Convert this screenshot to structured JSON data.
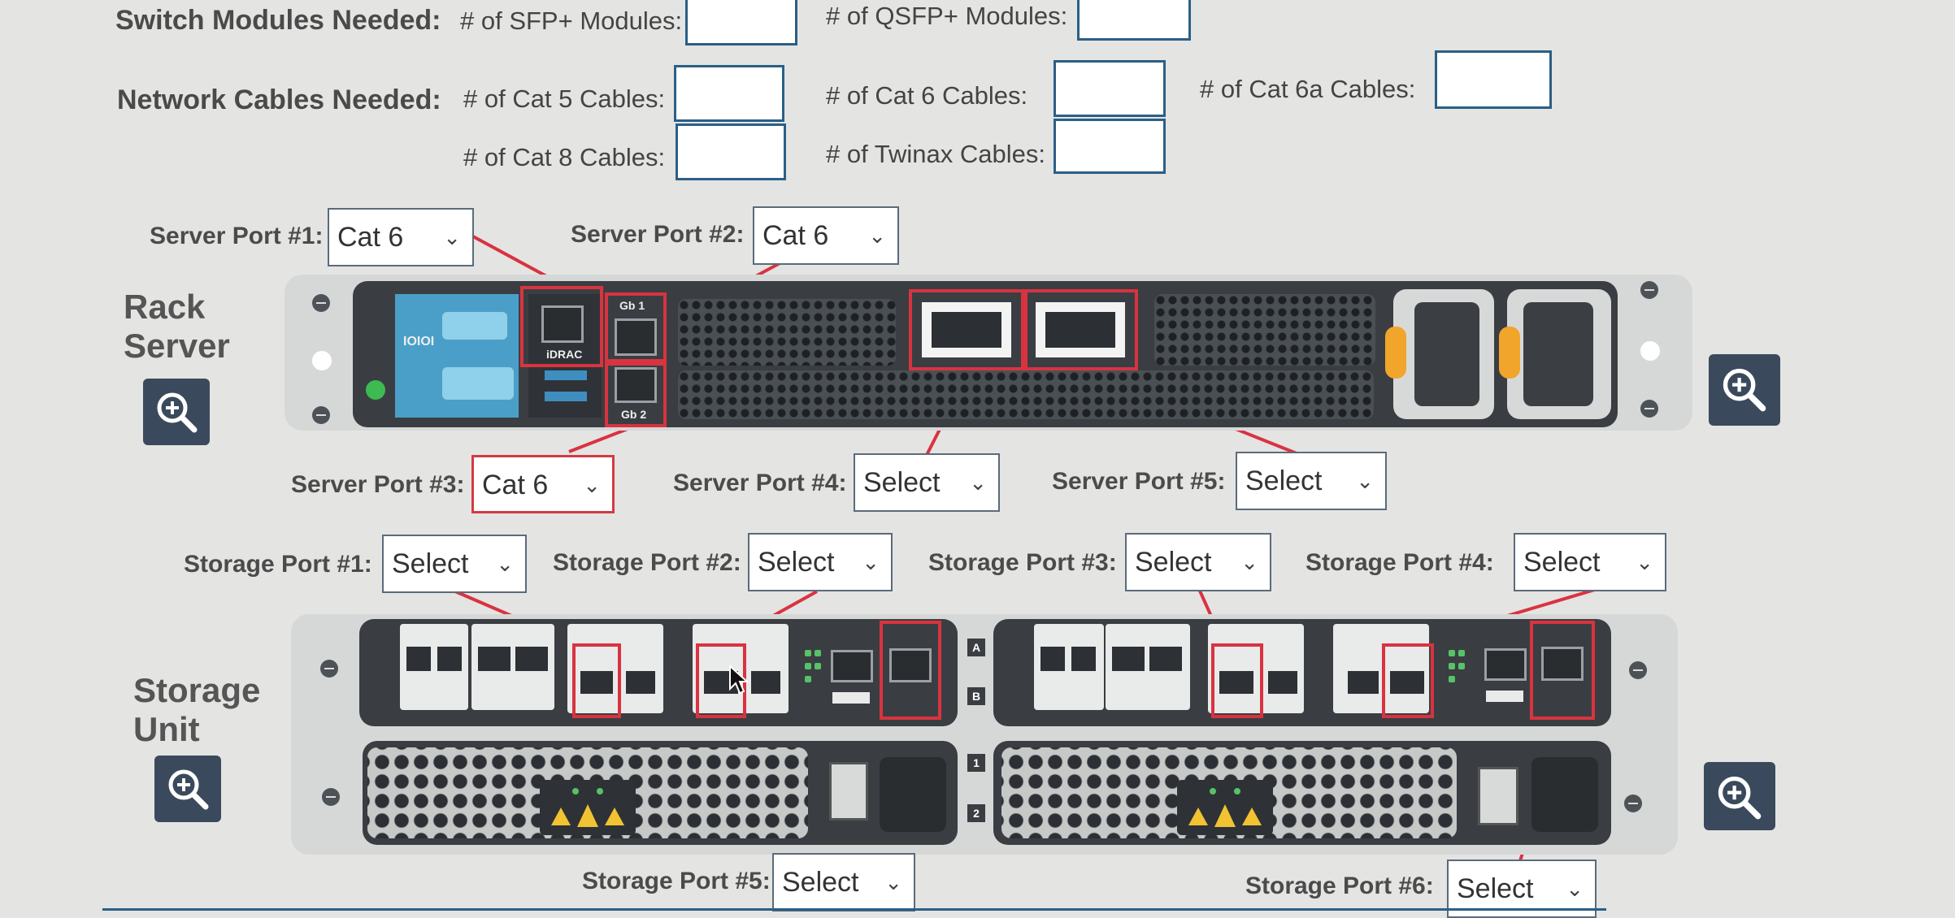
{
  "switch_modules": {
    "heading": "Switch Modules Needed:",
    "sfp_label": "# of SFP+ Modules:",
    "sfp_value": "",
    "qsfp_label": "# of QSFP+ Modules:",
    "qsfp_value": ""
  },
  "network_cables": {
    "heading": "Network Cables Needed:",
    "cat5_label": "# of Cat 5 Cables:",
    "cat5_value": "",
    "cat6_label": "# of Cat 6 Cables:",
    "cat6_value": "",
    "cat6a_label": "# of Cat 6a Cables:",
    "cat6a_value": "",
    "cat8_label": "# of Cat 8 Cables:",
    "cat8_value": "",
    "twinax_label": "# of Twinax Cables:",
    "twinax_value": ""
  },
  "rack_server": {
    "title_line1": "Rack",
    "title_line2": "Server",
    "port1_label": "Server Port #1:",
    "port1_value": "Cat 6",
    "port2_label": "Server Port #2:",
    "port2_value": "Cat 6",
    "port3_label": "Server Port #3:",
    "port3_value": "Cat 6",
    "port4_label": "Server Port #4:",
    "port4_value": "Select",
    "port5_label": "Server Port #5:",
    "port5_value": "Select",
    "idrac_label": "iDRAC",
    "gb1_label": "Gb 1",
    "gb2_label": "Gb 2",
    "serial_label": "IOIOI"
  },
  "storage_unit": {
    "title_line1": "Storage",
    "title_line2": "Unit",
    "port1_label": "Storage Port #1:",
    "port1_value": "Select",
    "port2_label": "Storage Port #2:",
    "port2_value": "Select",
    "port3_label": "Storage Port #3:",
    "port3_value": "Select",
    "port4_label": "Storage Port #4:",
    "port4_value": "Select",
    "port5_label": "Storage Port #5:",
    "port5_value": "Select",
    "port6_label": "Storage Port #6:",
    "port6_value": "Select",
    "controller_a": "A",
    "controller_b": "B",
    "psu_1": "1",
    "psu_2": "2"
  },
  "icons": {
    "zoom": "zoom-in-icon",
    "chevron": "chevron-down-icon"
  },
  "colors": {
    "highlight": "#d93340",
    "accent": "#2b5f86",
    "button": "#3a4a5c"
  }
}
